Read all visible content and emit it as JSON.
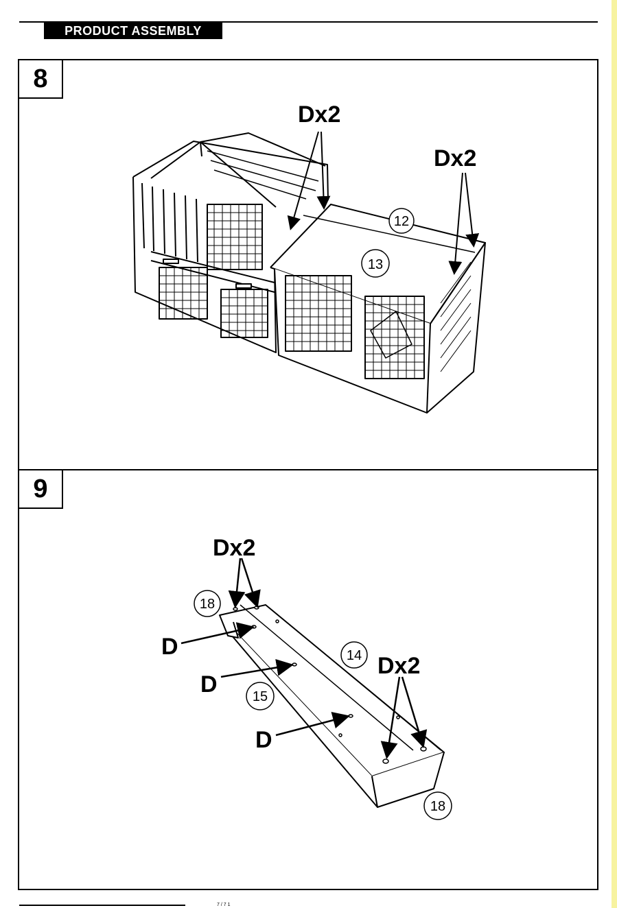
{
  "header": {
    "title": "PRODUCT ASSEMBLY"
  },
  "colors": {
    "side_stripe": "#f7f3a0",
    "ink": "#000000"
  },
  "steps": [
    {
      "number": "8",
      "labels": {
        "dx2_left": "Dx2",
        "dx2_right": "Dx2",
        "part_12": "12",
        "part_13": "13"
      }
    },
    {
      "number": "9",
      "labels": {
        "dx2_top": "Dx2",
        "dx2_right": "Dx2",
        "part_18_top": "18",
        "part_18_bottom": "18",
        "part_14": "14",
        "part_15": "15",
        "d1": "D",
        "d2": "D",
        "d3": "D"
      }
    }
  ],
  "footer": {
    "text": "7 / 7 1"
  }
}
